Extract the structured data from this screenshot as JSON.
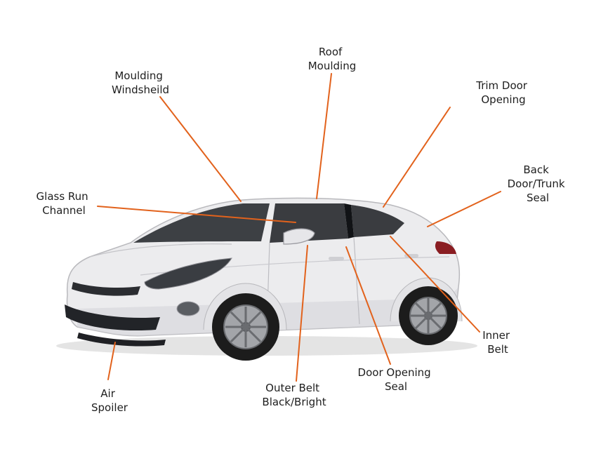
{
  "colors": {
    "leader_line": "#e2621c",
    "label_text": "#1e1e1e",
    "car_body": "#ececee",
    "glass": "#2a2d31",
    "tire": "#1c1c1c",
    "taillight": "#8a1d22"
  },
  "callouts": [
    {
      "id": "moulding-windsheild",
      "lines": [
        "Moulding",
        "Windsheild"
      ]
    },
    {
      "id": "roof-moulding",
      "lines": [
        "Roof",
        "Moulding"
      ]
    },
    {
      "id": "trim-door-opening",
      "lines": [
        "Trim Door",
        "Opening"
      ]
    },
    {
      "id": "back-door-trunk-seal",
      "lines": [
        "Back",
        "Door/Trunk",
        "Seal"
      ]
    },
    {
      "id": "glass-run-channel",
      "lines": [
        "Glass Run",
        "Channel"
      ]
    },
    {
      "id": "inner-belt",
      "lines": [
        "Inner",
        "Belt"
      ]
    },
    {
      "id": "door-opening-seal",
      "lines": [
        "Door Opening",
        "Seal"
      ]
    },
    {
      "id": "outer-belt",
      "lines": [
        "Outer Belt",
        "Black/Bright"
      ]
    },
    {
      "id": "air-spoiler",
      "lines": [
        "Air",
        "Spoiler"
      ]
    }
  ]
}
